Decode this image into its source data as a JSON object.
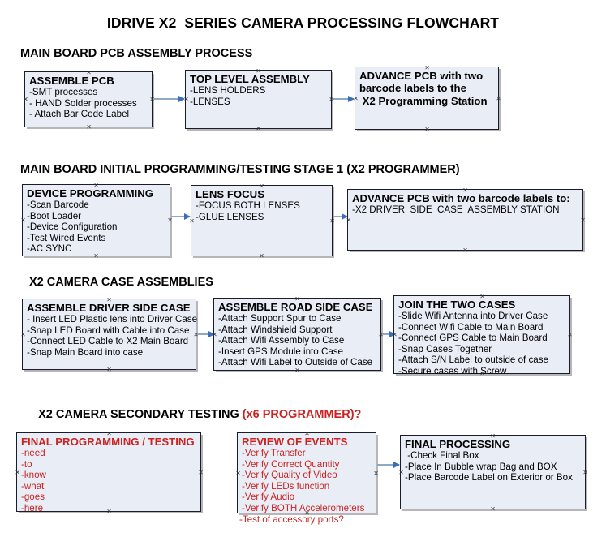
{
  "title": "IDRIVE X2  SERIES CAMERA PROCESSING FLOWCHART",
  "sections": [
    {
      "id": "sec1",
      "label": "MAIN BOARD PCB ASSEMBLY PROCESS",
      "accent": ""
    },
    {
      "id": "sec2",
      "label": "MAIN BOARD INITIAL PROGRAMMING/TESTING STAGE 1 (X2 PROGRAMMER)",
      "accent": ""
    },
    {
      "id": "sec3",
      "label": "X2 CAMERA CASE ASSEMBLIES",
      "accent": ""
    },
    {
      "id": "sec4",
      "label": "X2 CAMERA SECONDARY TESTING ",
      "accent": "(x6 PROGRAMMER)?"
    }
  ],
  "nodes": {
    "assemble_pcb": {
      "title": "ASSEMBLE PCB",
      "lines": [
        "-SMT processes",
        "- HAND Solder processes",
        "- Attach Bar Code Label"
      ]
    },
    "top_level_assembly": {
      "title": "TOP LEVEL ASSEMBLY",
      "lines": [
        "-LENS HOLDERS",
        "-LENSES"
      ]
    },
    "advance_pcb_1": {
      "title": "ADVANCE PCB with two",
      "lines": [
        "barcode labels to the",
        " X2 Programming Station"
      ]
    },
    "device_programming": {
      "title": "DEVICE PROGRAMMING",
      "lines": [
        "-Scan Barcode",
        "-Boot Loader",
        "-Device Configuration",
        "-Test Wired Events",
        "-AC SYNC"
      ]
    },
    "lens_focus": {
      "title": "LENS FOCUS",
      "lines": [
        "-FOCUS BOTH LENSES",
        "-GLUE LENSES"
      ]
    },
    "advance_pcb_2": {
      "title": "ADVANCE PCB with two barcode labels to:",
      "lines": [
        "-X2 DRIVER  SIDE  CASE  ASSEMBLY STATION"
      ]
    },
    "driver_side_case": {
      "title": "ASSEMBLE DRIVER SIDE CASE",
      "lines": [
        "- Insert LED Plastic lens into Driver Case",
        "-Snap LED Board with Cable into Case",
        "-Connect LED Cable to X2 Main Board",
        "-Snap Main Board into case"
      ]
    },
    "road_side_case": {
      "title": "ASSEMBLE ROAD SIDE CASE",
      "lines": [
        "-Attach Support Spur to Case",
        "-Attach Windshield Support",
        "-Attach Wifi Assembly to Case",
        "-Insert GPS Module into Case",
        "-Attach Wifi Label to Outside of Case"
      ]
    },
    "join_two_cases": {
      "title": "JOIN THE TWO CASES",
      "lines": [
        "-Slide Wifi Antenna into Driver Case",
        "-Connect Wifi Cable to Main Board",
        "-Connect GPS Cable to Main Board",
        "-Snap Cases Together",
        "-Attach S/N Label to outside of case",
        "-Secure cases with Screw"
      ]
    },
    "final_programming": {
      "title": "FINAL PROGRAMMING / TESTING",
      "lines": [
        "-need",
        "-to",
        "-know",
        "-what",
        "-goes",
        "-here"
      ]
    },
    "review_of_events": {
      "title": "REVIEW OF EVENTS",
      "lines": [
        "-Verify Transfer",
        "-Verify Correct Quantity",
        "-Verify Quality of Video",
        "-Verify LEDs function",
        "-Verify Audio",
        "-Verify BOTH Accelerometers"
      ],
      "overflow_line": "-Test of accessory ports?"
    },
    "final_processing": {
      "title": "FINAL PROCESSING",
      "lines": [
        " -Check Final Box",
        "-Place In Bubble wrap Bag and BOX",
        "-Place Barcode Label on Exterior or Box"
      ]
    }
  },
  "colors": {
    "node_fill": "#e9eef6",
    "node_border": "#1b1b2a",
    "connector": "#8ea8c6",
    "arrow": "#3b6fbd",
    "accent_red": "#cc2222",
    "text": "#000000"
  }
}
